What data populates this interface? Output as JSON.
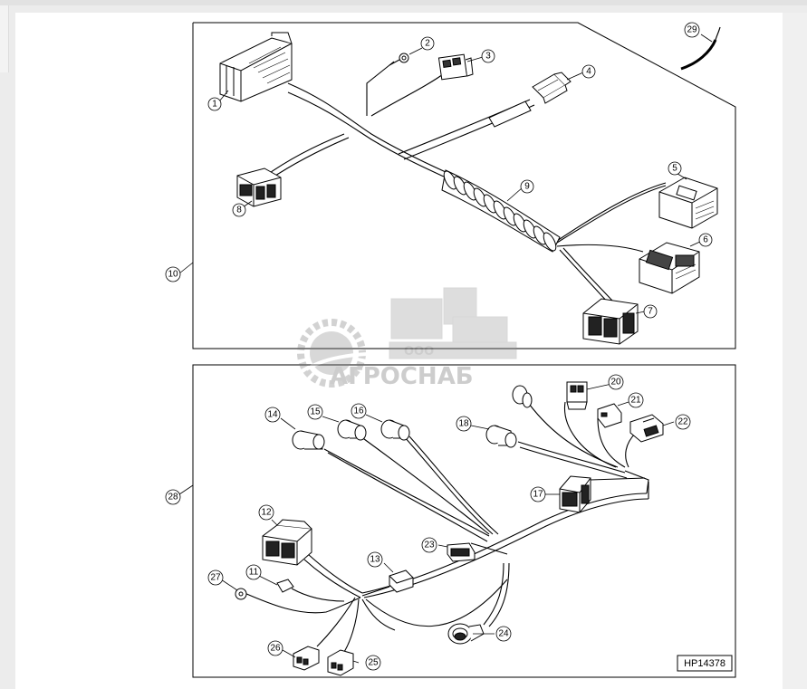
{
  "figure_code": "HP14378",
  "watermark": {
    "company_form": "ООО",
    "company_name": "АГРОСНАБ"
  },
  "callouts": [
    {
      "id": "1",
      "label": "1"
    },
    {
      "id": "2",
      "label": "2"
    },
    {
      "id": "3",
      "label": "3"
    },
    {
      "id": "4",
      "label": "4"
    },
    {
      "id": "5",
      "label": "5"
    },
    {
      "id": "6",
      "label": "6"
    },
    {
      "id": "7",
      "label": "7"
    },
    {
      "id": "8",
      "label": "8"
    },
    {
      "id": "9",
      "label": "9"
    },
    {
      "id": "10",
      "label": "10"
    },
    {
      "id": "11",
      "label": "11"
    },
    {
      "id": "12",
      "label": "12"
    },
    {
      "id": "13",
      "label": "13"
    },
    {
      "id": "14",
      "label": "14"
    },
    {
      "id": "15",
      "label": "15"
    },
    {
      "id": "16",
      "label": "16"
    },
    {
      "id": "17",
      "label": "17"
    },
    {
      "id": "18",
      "label": "18"
    },
    {
      "id": "20",
      "label": "20"
    },
    {
      "id": "21",
      "label": "21"
    },
    {
      "id": "22",
      "label": "22"
    },
    {
      "id": "23",
      "label": "23"
    },
    {
      "id": "24",
      "label": "24"
    },
    {
      "id": "25",
      "label": "25"
    },
    {
      "id": "26",
      "label": "26"
    },
    {
      "id": "27",
      "label": "27"
    },
    {
      "id": "28",
      "label": "28"
    },
    {
      "id": "29",
      "label": "29"
    }
  ]
}
